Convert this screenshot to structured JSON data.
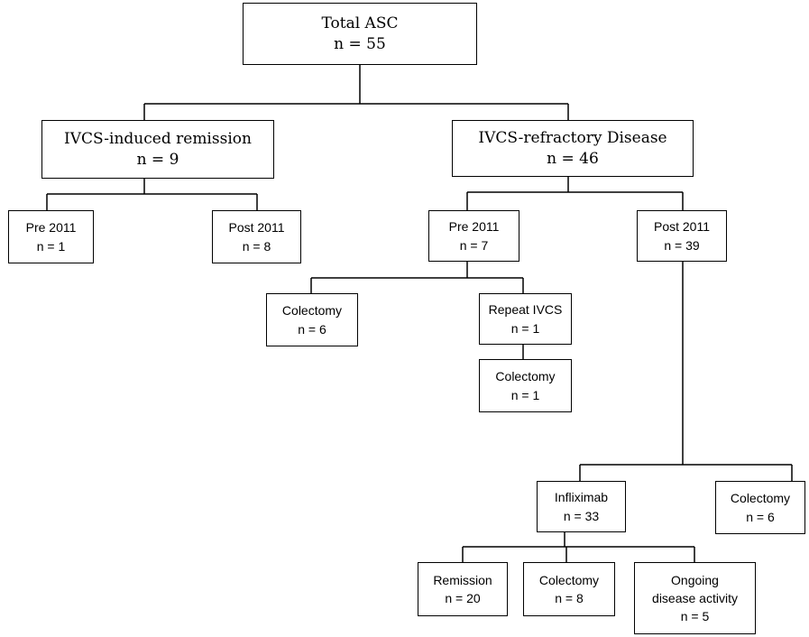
{
  "nodes": {
    "total": {
      "label": "Total ASC",
      "n": "n = 55"
    },
    "induced": {
      "label": "IVCS-induced remission",
      "n": "n = 9"
    },
    "refractory": {
      "label": "IVCS-refractory Disease",
      "n": "n = 46"
    },
    "induced_pre": {
      "label": "Pre 2011",
      "n": "n = 1"
    },
    "induced_post": {
      "label": "Post 2011",
      "n": "n = 8"
    },
    "refractory_pre": {
      "label": "Pre 2011",
      "n": "n = 7"
    },
    "refractory_post": {
      "label": "Post 2011",
      "n": "n = 39"
    },
    "pre_colectomy": {
      "label": "Colectomy",
      "n": "n = 6"
    },
    "repeat_ivcs": {
      "label": "Repeat IVCS",
      "n": "n = 1"
    },
    "repeat_colectomy": {
      "label": "Colectomy",
      "n": "n = 1"
    },
    "infliximab": {
      "label": "Infliximab",
      "n": "n = 33"
    },
    "post_colectomy": {
      "label": "Colectomy",
      "n": "n = 6"
    },
    "remission": {
      "label": "Remission",
      "n": "n = 20"
    },
    "ifx_colectomy": {
      "label": "Colectomy",
      "n": "n = 8"
    },
    "ongoing": {
      "label_line1": "Ongoing",
      "label_line2": "disease activity",
      "n": "n = 5"
    }
  }
}
